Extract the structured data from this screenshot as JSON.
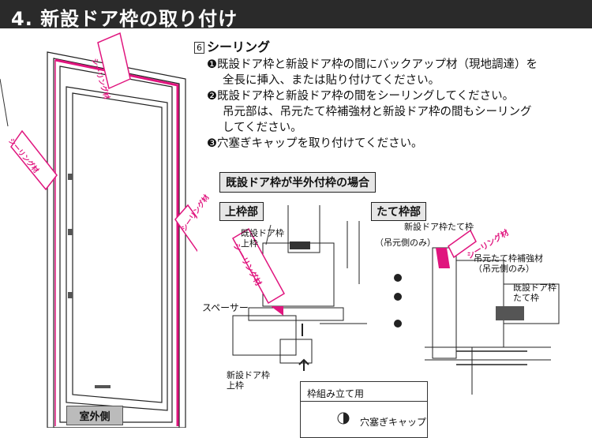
{
  "header": {
    "title": "4. 新設ドア枠の取り付け"
  },
  "section": {
    "number": "6",
    "title": "シーリング"
  },
  "instructions": [
    "❶既設ドア枠と新設ドア枠の間にバックアップ材（現地調達）を",
    "全長に挿入、または貼り付けてください。",
    "❷既設ドア枠と新設ドア枠の間をシーリングしてください。",
    "吊元部は、吊元たて枠補強材と新設ドア枠の間もシーリング",
    "してください。",
    "❸穴塞ぎキャップを取り付けてください。"
  ],
  "case_label": "既設ドア枠が半外付枠の場合",
  "top_frame": {
    "label": "上枠部",
    "existing_frame_1": "既設ドア枠",
    "existing_frame_2": "上枠",
    "spacer": "スペーサー",
    "new_frame_1": "新設ドア枠",
    "new_frame_2": "上枠",
    "sealing": "シーリング材"
  },
  "side_frame": {
    "label": "たて枠部",
    "new_side_frame": "新設ドア枠たて枠",
    "hinge_only_1": "（吊元側のみ）",
    "reinforce_1": "吊元たて枠補強材",
    "hinge_only_2": "（吊元側のみ）",
    "existing_frame_1": "既設ドア枠",
    "existing_frame_2": "たて枠",
    "sealing": "シーリング材"
  },
  "frame_assembly": {
    "title": "枠組み立て用",
    "cap": "穴塞ぎキャップ"
  },
  "door": {
    "outside_label": "室外側",
    "sealing_tags": [
      "シーリング材",
      "シーリング材",
      "シーリング材"
    ]
  },
  "colors": {
    "sealant": "#e0157e",
    "header_bg": "#2a2a2a",
    "label_bg": "#e6e6e6"
  }
}
